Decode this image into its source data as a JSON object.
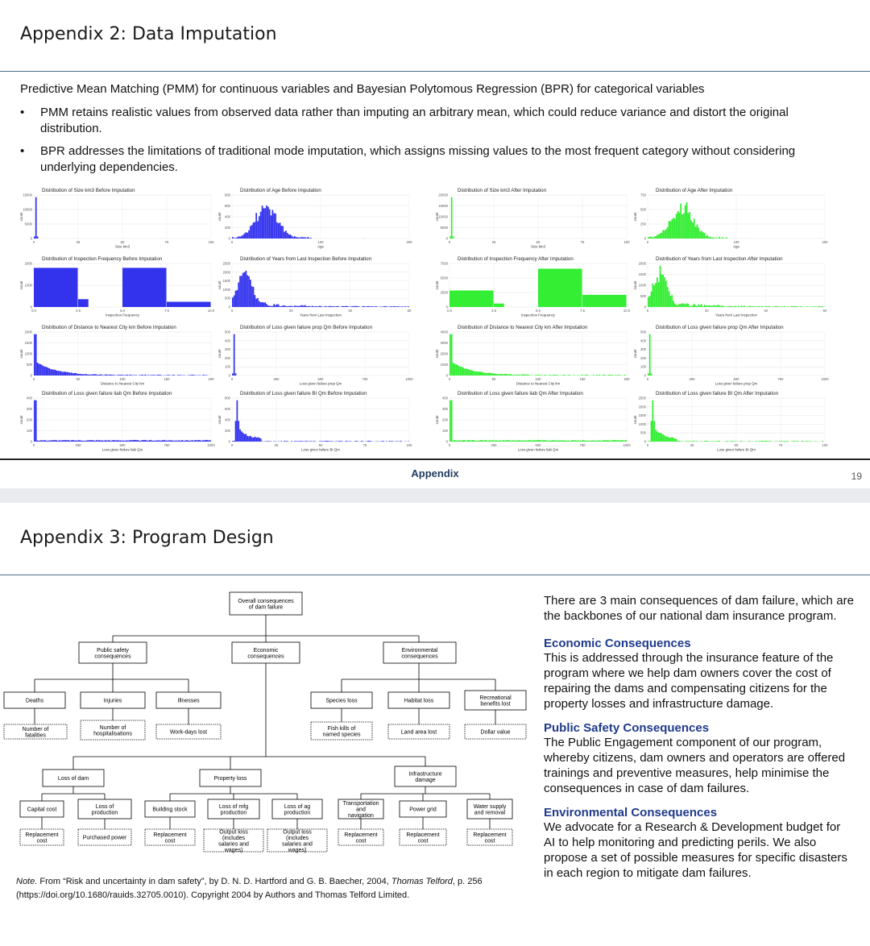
{
  "slide1": {
    "title": "Appendix 2: Data Imputation",
    "intro": "Predictive Mean Matching (PMM) for continuous variables and Bayesian Polytomous Regression (BPR) for categorical variables",
    "bullets": [
      "PMM retains realistic values from observed data rather than imputing an arbitrary mean, which could reduce variance and distort the original distribution.",
      "BPR addresses the limitations of traditional mode imputation, which assigns missing values to the most frequent category without considering underlying dependencies."
    ],
    "footer": "Appendix",
    "page_number": "19"
  },
  "chart_data": [
    {
      "type": "bar",
      "title": "Distribution of Size km3 Before Imputation",
      "xlabel": "Size km3",
      "ylabel": "count",
      "xticks": [
        "0",
        "25",
        "50",
        "75",
        "100"
      ],
      "yticks": [
        "0",
        "5000",
        "10000",
        "15000"
      ],
      "color": "#3333ee",
      "shape": "spike"
    },
    {
      "type": "bar",
      "title": "Distribution of Age Before Imputation",
      "xlabel": "Age",
      "ylabel": "count",
      "xticks": [
        "0",
        "100",
        "200"
      ],
      "yticks": [
        "0",
        "200",
        "400",
        "600",
        "800"
      ],
      "color": "#3333ee",
      "shape": "age"
    },
    {
      "type": "bar",
      "title": "Distribution of Size km3 After Imputation",
      "xlabel": "Size km3",
      "ylabel": "count",
      "xticks": [
        "0",
        "25",
        "50",
        "75",
        "100"
      ],
      "yticks": [
        "0",
        "5000",
        "10000",
        "15000",
        "20000"
      ],
      "color": "#33ee33",
      "shape": "spike"
    },
    {
      "type": "bar",
      "title": "Distribution of Age After Imputation",
      "xlabel": "Age",
      "ylabel": "count",
      "xticks": [
        "0",
        "100",
        "200"
      ],
      "yticks": [
        "0",
        "250",
        "500",
        "750"
      ],
      "color": "#33ee33",
      "shape": "age"
    },
    {
      "type": "bar",
      "title": "Distribution of Inspection Frequency Before Imputation",
      "xlabel": "Inspection Frequency",
      "ylabel": "count",
      "xticks": [
        "0.0",
        "2.5",
        "5.0",
        "7.5",
        "10.0"
      ],
      "yticks": [
        "0",
        "1000",
        "2000"
      ],
      "color": "#3333ee",
      "shape": "insp"
    },
    {
      "type": "bar",
      "title": "Distribution of Years from Last Inspection Before Imputation",
      "xlabel": "Years from Last Inspection",
      "ylabel": "count",
      "xticks": [
        "0",
        "20",
        "40",
        "60"
      ],
      "yticks": [
        "0",
        "500",
        "1000",
        "1500",
        "2000",
        "2500"
      ],
      "color": "#3333ee",
      "shape": "years"
    },
    {
      "type": "bar",
      "title": "Distribution of Inspection Frequency After Imputation",
      "xlabel": "Inspection Frequency",
      "ylabel": "count",
      "xticks": [
        "0.0",
        "2.5",
        "5.0",
        "7.5",
        "10.0"
      ],
      "yticks": [
        "0",
        "2500",
        "5000",
        "7500"
      ],
      "color": "#33ee33",
      "shape": "insp"
    },
    {
      "type": "bar",
      "title": "Distribution of Years from Last Inspection After Imputation",
      "xlabel": "Years from Last Inspection",
      "ylabel": "count",
      "xticks": [
        "0",
        "20",
        "40",
        "60"
      ],
      "yticks": [
        "0",
        "500",
        "1000",
        "1500",
        "2000"
      ],
      "color": "#33ee33",
      "shape": "years"
    },
    {
      "type": "bar",
      "title": "Distribution of Distance to Nearest City km Before Imputation",
      "xlabel": "Distance to Nearest City km",
      "ylabel": "count",
      "xticks": [
        "0",
        "50",
        "100",
        "150",
        "200"
      ],
      "yticks": [
        "0",
        "500",
        "1000",
        "1500",
        "2000"
      ],
      "color": "#3333ee",
      "shape": "decay"
    },
    {
      "type": "bar",
      "title": "Distribution of Loss given failure prop Qm Before Imputation",
      "xlabel": "Loss given failure prop Qm",
      "ylabel": "count",
      "xticks": [
        "0",
        "250",
        "500",
        "750",
        "1000"
      ],
      "yticks": [
        "0",
        "100",
        "200",
        "300",
        "400",
        "500"
      ],
      "color": "#3333ee",
      "shape": "spike"
    },
    {
      "type": "bar",
      "title": "Distribution of Distance to Nearest City km After Imputation",
      "xlabel": "Distance to Nearest City km",
      "ylabel": "count",
      "xticks": [
        "0",
        "50",
        "100",
        "150",
        "200"
      ],
      "yticks": [
        "0",
        "1000",
        "2000",
        "3000",
        "4000"
      ],
      "color": "#33ee33",
      "shape": "decay"
    },
    {
      "type": "bar",
      "title": "Distribution of Loss given failure prop Qm After Imputation",
      "xlabel": "Loss given failure prop Qm",
      "ylabel": "count",
      "xticks": [
        "0",
        "250",
        "500",
        "750",
        "1000"
      ],
      "yticks": [
        "0",
        "100",
        "200",
        "300",
        "400",
        "500"
      ],
      "color": "#33ee33",
      "shape": "spike"
    },
    {
      "type": "bar",
      "title": "Distribution of Loss given failure liab Qm Before Imputation",
      "xlabel": "Loss given failure liab Qm",
      "ylabel": "count",
      "xticks": [
        "0",
        "250",
        "500",
        "750",
        "1000"
      ],
      "yticks": [
        "0",
        "100",
        "200",
        "300",
        "400"
      ],
      "color": "#3333ee",
      "shape": "liab"
    },
    {
      "type": "bar",
      "title": "Distribution of Loss given failure BI Qm Before Imputation",
      "xlabel": "Loss given failure BI Qm",
      "ylabel": "count",
      "xticks": [
        "0",
        "25",
        "50",
        "75",
        "100"
      ],
      "yticks": [
        "0",
        "200",
        "400",
        "600",
        "800"
      ],
      "color": "#3333ee",
      "shape": "bi"
    },
    {
      "type": "bar",
      "title": "Distribution of Loss given failure liab Qm After Imputation",
      "xlabel": "Loss given failure liab Qm",
      "ylabel": "count",
      "xticks": [
        "0",
        "250",
        "500",
        "750",
        "1000"
      ],
      "yticks": [
        "0",
        "100",
        "200",
        "300",
        "400"
      ],
      "color": "#33ee33",
      "shape": "liab"
    },
    {
      "type": "bar",
      "title": "Distribution of Loss given failure BI Qm After Imputation",
      "xlabel": "Loss given failure BI Qm",
      "ylabel": "count",
      "xticks": [
        "0",
        "25",
        "50",
        "75",
        "100"
      ],
      "yticks": [
        "0",
        "500",
        "1000",
        "1500",
        "2000",
        "2500"
      ],
      "color": "#33ee33",
      "shape": "bi"
    }
  ],
  "slide2": {
    "title": "Appendix 3: Program Design",
    "note_label": "Note.",
    "note_text": " From “Risk and uncertainty in dam safety”, by D. N. D. Hartford and G. B. Baecher, 2004, ",
    "note_italic": "Thomas Telford",
    "note_tail": ", p. 256 (https://doi.org/10.1680/rauids.32705.0010). Copyright 2004 by Authors and Thomas Telford Limited.",
    "lead": "There are 3 main consequences of dam failure, which are the backbones of our national dam insurance program.",
    "sections": [
      {
        "heading": "Economic Consequences",
        "body": "This is addressed through the insurance feature of the program where we help dam owners cover the cost of repairing the dams and compensating citizens for the property losses and infrastructure damage."
      },
      {
        "heading": "Public Safety Consequences",
        "body": "The Public Engagement component of our program, whereby citizens, dam owners and operators are offered trainings and preventive measures, help minimise the consequences in case of dam failures."
      },
      {
        "heading": "Environmental Consequences",
        "body": "We advocate for a Research & Development budget for AI to help monitoring and predicting perils. We also propose a set of possible measures for specific disasters in each region to mitigate dam failures."
      }
    ],
    "tree": {
      "root": "Overall consequences of dam failure",
      "public_safety": "Public safety consequences",
      "economic": "Economic consequences",
      "environmental": "Environmental consequences",
      "deaths": "Deaths",
      "injuries": "Injuries",
      "illnesses": "Illnesses",
      "species_loss": "Species loss",
      "habitat_loss": "Habitat loss",
      "recreational": "Recreational benefits lost",
      "num_fatalities": "Number of fatalities",
      "num_hosp": "Number of hospitalisations",
      "work_days": "Work-days lost",
      "fish_kills": "Fish kills of named species",
      "land_area": "Land area lost",
      "dollar_value": "Dollar value",
      "loss_of_dam": "Loss of dam",
      "property_loss": "Property loss",
      "infrastructure": "Infrastructure damage",
      "capital_cost": "Capital cost",
      "loss_production": "Loss of production",
      "building_stock": "Building stock",
      "loss_mfg": "Loss of mfg production",
      "loss_ag": "Loss of ag production",
      "transport": "Transportation and navigation",
      "power_grid": "Power grid",
      "water_supply": "Water supply and removal",
      "replacement_cost": "Replacement cost",
      "purchased_power": "Purchased power",
      "output_loss": "Output loss (includes salaries and wages)"
    }
  }
}
